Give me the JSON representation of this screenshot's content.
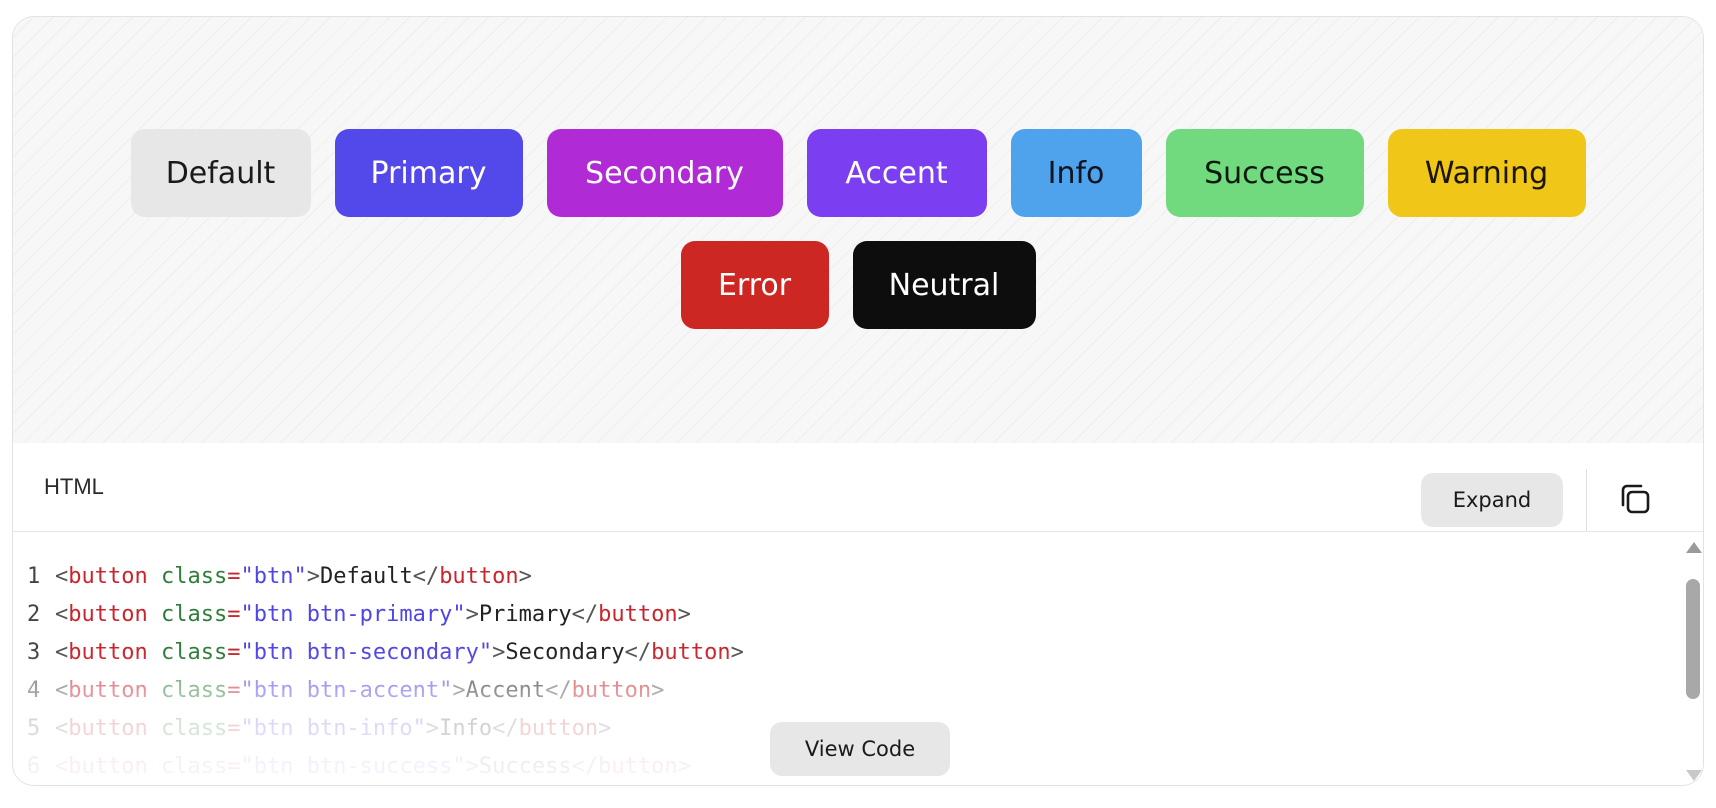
{
  "preview": {
    "row1": [
      {
        "label": "Default",
        "variant": "default",
        "color": "#e7e7e7"
      },
      {
        "label": "Primary",
        "variant": "primary",
        "color": "#5348ea"
      },
      {
        "label": "Secondary",
        "variant": "secondary",
        "color": "#b02ad6"
      },
      {
        "label": "Accent",
        "variant": "accent",
        "color": "#7b3ef1"
      },
      {
        "label": "Info",
        "variant": "info",
        "color": "#4fa3ec"
      },
      {
        "label": "Success",
        "variant": "success",
        "color": "#71d97e"
      },
      {
        "label": "Warning",
        "variant": "warning",
        "color": "#f0c718"
      }
    ],
    "row2": [
      {
        "label": "Error",
        "variant": "error",
        "color": "#cc2722"
      },
      {
        "label": "Neutral",
        "variant": "neutral",
        "color": "#0d0d0d"
      }
    ]
  },
  "code_header": {
    "language": "HTML",
    "expand_label": "Expand",
    "copy_icon": "copy-icon"
  },
  "code": {
    "lines": [
      {
        "num": "1",
        "cls": "btn",
        "text": "Default"
      },
      {
        "num": "2",
        "cls": "btn btn-primary",
        "text": "Primary"
      },
      {
        "num": "3",
        "cls": "btn btn-secondary",
        "text": "Secondary"
      },
      {
        "num": "4",
        "cls": "btn btn-accent",
        "text": "Accent"
      },
      {
        "num": "5",
        "cls": "btn btn-info",
        "text": "Info"
      },
      {
        "num": "6",
        "cls": "btn btn-success",
        "text": "Success"
      }
    ],
    "tag": "button",
    "attr": "class",
    "view_code_label": "View Code"
  }
}
